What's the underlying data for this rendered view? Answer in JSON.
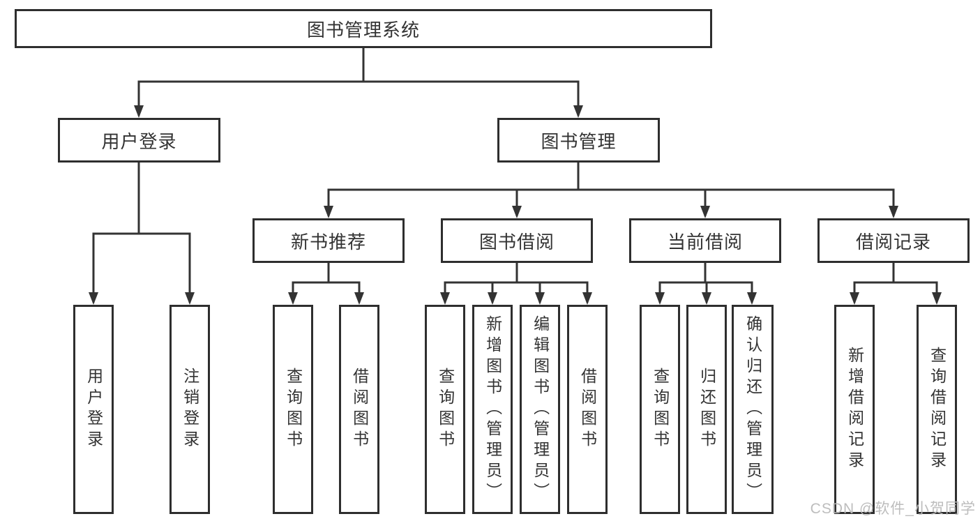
{
  "diagram": {
    "root": {
      "label": "图书管理系统"
    },
    "branches": [
      {
        "label": "用户登录",
        "children": [
          {
            "label": "用户登录"
          },
          {
            "label": "注销登录"
          }
        ]
      },
      {
        "label": "图书管理",
        "children": [
          {
            "label": "新书推荐",
            "children": [
              {
                "label": "查询图书"
              },
              {
                "label": "借阅图书"
              }
            ]
          },
          {
            "label": "图书借阅",
            "children": [
              {
                "label": "查询图书"
              },
              {
                "label": "新增图书（管理员）"
              },
              {
                "label": "编辑图书（管理员）"
              },
              {
                "label": "借阅图书"
              }
            ]
          },
          {
            "label": "当前借阅",
            "children": [
              {
                "label": "查询图书"
              },
              {
                "label": "归还图书"
              },
              {
                "label": "确认归还（管理员）"
              }
            ]
          },
          {
            "label": "借阅记录",
            "children": [
              {
                "label": "新增借阅记录"
              },
              {
                "label": "查询借阅记录"
              }
            ]
          }
        ]
      }
    ]
  },
  "watermark": {
    "text": "CSDN @软件_小贺同学"
  },
  "colors": {
    "line": "#333333",
    "box_border": "#2e2e2e",
    "text": "#333333",
    "watermark": "#b9b9b9",
    "background": "#ffffff"
  }
}
